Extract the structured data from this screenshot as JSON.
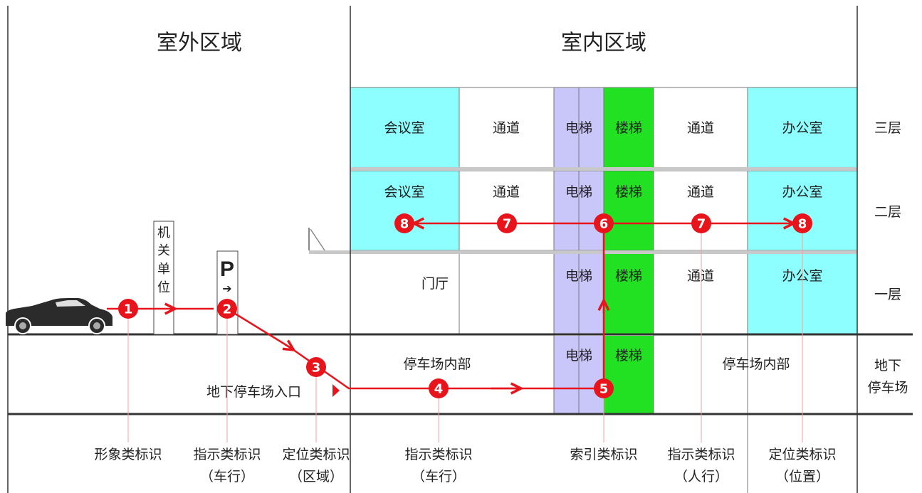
{
  "regions": {
    "outdoor": "室外区域",
    "indoor": "室内区域"
  },
  "floors": {
    "f3": "三层",
    "f2": "二层",
    "f1": "一层",
    "basement": [
      "地下",
      "停车场"
    ]
  },
  "rooms": {
    "meeting_room": "会议室",
    "corridor": "通道",
    "elevator": "电梯",
    "stairs": "楼梯",
    "office": "办公室",
    "lobby": "门厅",
    "parking_interior": "停车场内部"
  },
  "outdoor_signs": {
    "institution": [
      "机",
      "关",
      "单",
      "位"
    ],
    "parking_letter": "P",
    "parking_arrow": "➔",
    "underground_entrance": "地下停车场入口"
  },
  "markers": [
    "1",
    "2",
    "3",
    "4",
    "5",
    "6",
    "7",
    "8"
  ],
  "categories": {
    "image_sign": "形象类标识",
    "direction_vehicle": [
      "指示类标识",
      "（车行）"
    ],
    "location_area": [
      "定位类标识",
      "（区域）"
    ],
    "direction_vehicle_2": [
      "指示类标识",
      "（车行）"
    ],
    "index_sign": "索引类标识",
    "direction_pedestrian": [
      "指示类标识",
      "（人行）"
    ],
    "location_position": [
      "定位类标识",
      "（位置）"
    ]
  },
  "colors": {
    "route": "#e8141c",
    "cyan": "#8effff",
    "elevator": "#c9c6fa",
    "stairs": "#22e022",
    "floor_slab": "#c8c8c8",
    "leader": "#f0a0a0"
  }
}
